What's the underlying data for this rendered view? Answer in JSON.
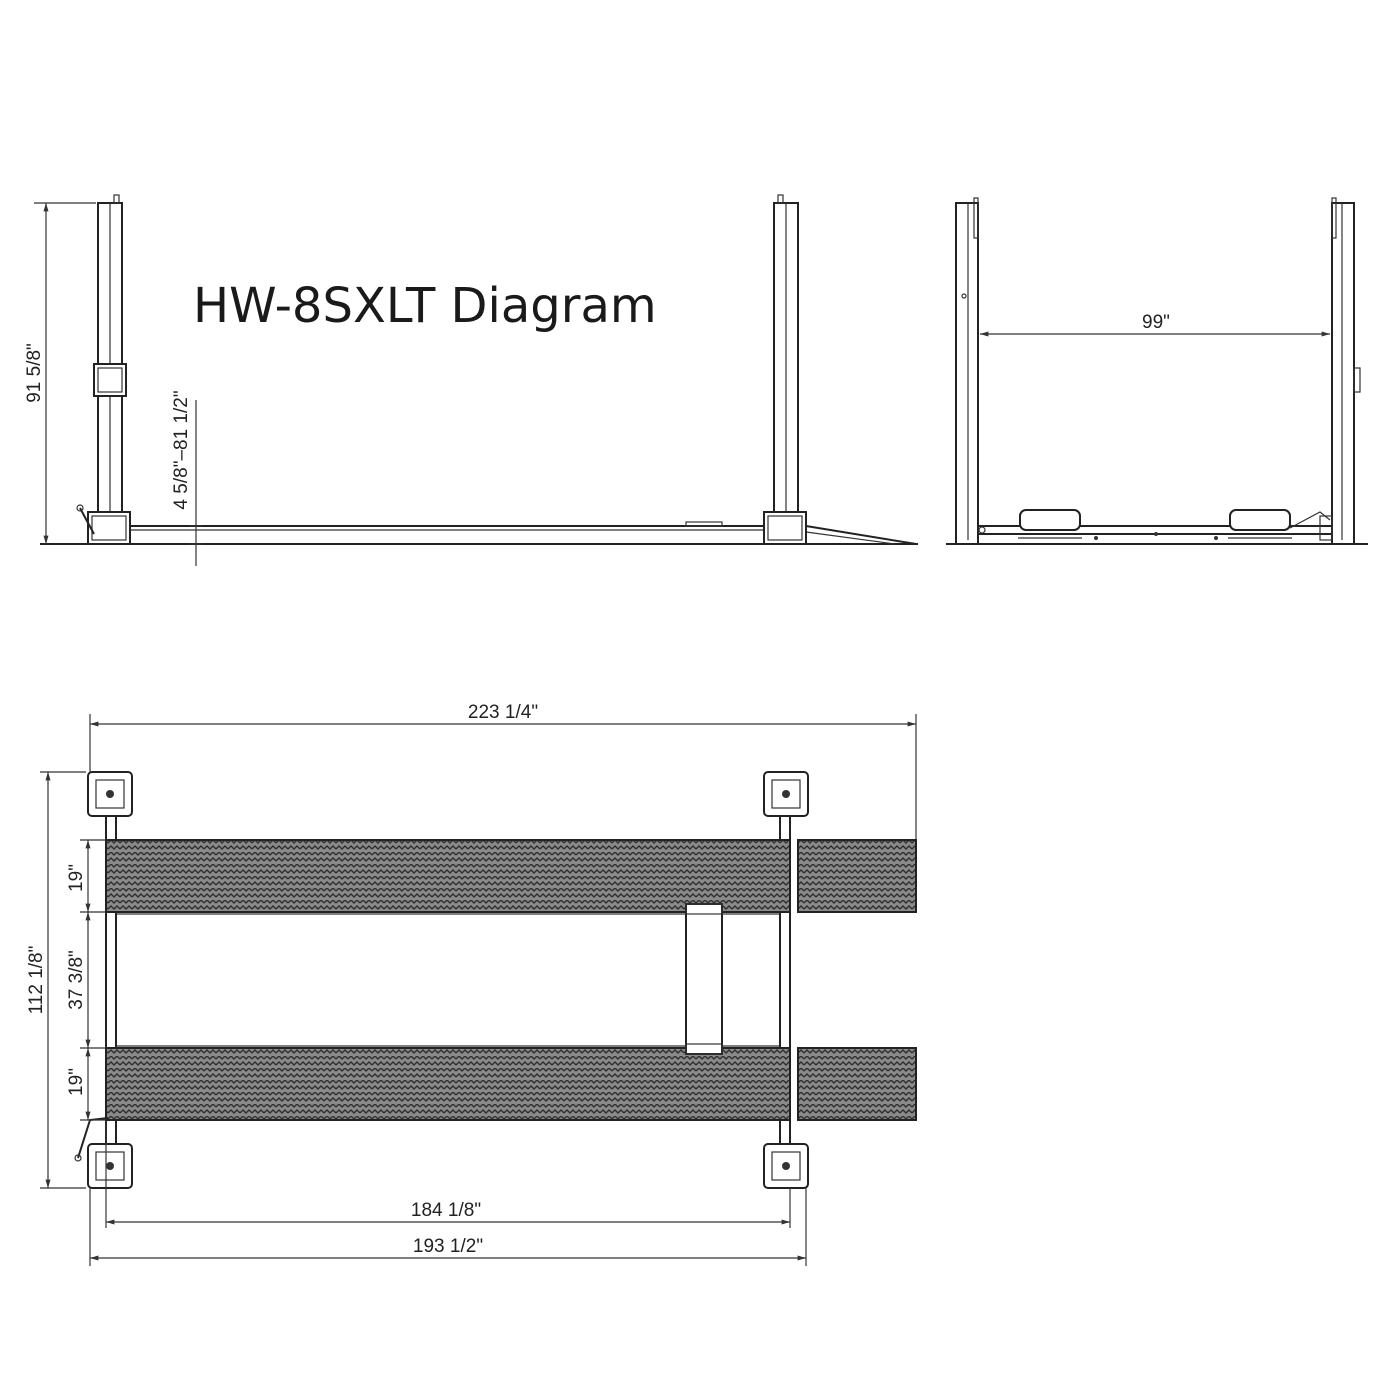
{
  "title": "HW-8SXLT Diagram",
  "dimensions": {
    "overall_height": "91 5/8\"",
    "lift_range": "4 5/8\"–81 1/2\"",
    "width_between_columns": "99\"",
    "overall_length": "223 1/4\"",
    "overall_width": "112 1/8\"",
    "runway_width_top": "19\"",
    "runway_gap": "37 3/8\"",
    "runway_width_bottom": "19\"",
    "runway_length": "184 1/8\"",
    "column_span": "193 1/2\""
  },
  "colors": {
    "line": "#222222",
    "tread": "#555555",
    "background": "#ffffff"
  }
}
